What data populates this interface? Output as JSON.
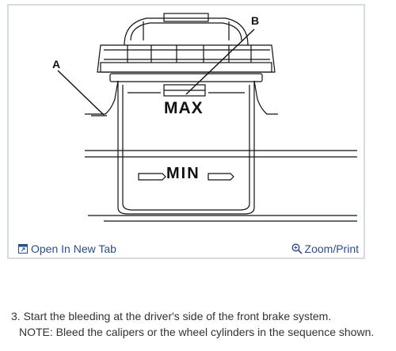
{
  "figure": {
    "callout_a": "A",
    "callout_b": "B",
    "max_label": "MAX",
    "min_label": "MIN"
  },
  "links": {
    "open_label": "Open In New Tab",
    "open_icon": "open-in-new-tab-icon",
    "zoom_label": "Zoom/Print",
    "zoom_icon": "magnifier-icon",
    "link_color": "#2a4e8c"
  },
  "instructions": {
    "step": "3. Start the bleeding at the driver's side of the front brake system.",
    "note": "NOTE: Bleed the calipers or the wheel cylinders in the sequence shown."
  }
}
